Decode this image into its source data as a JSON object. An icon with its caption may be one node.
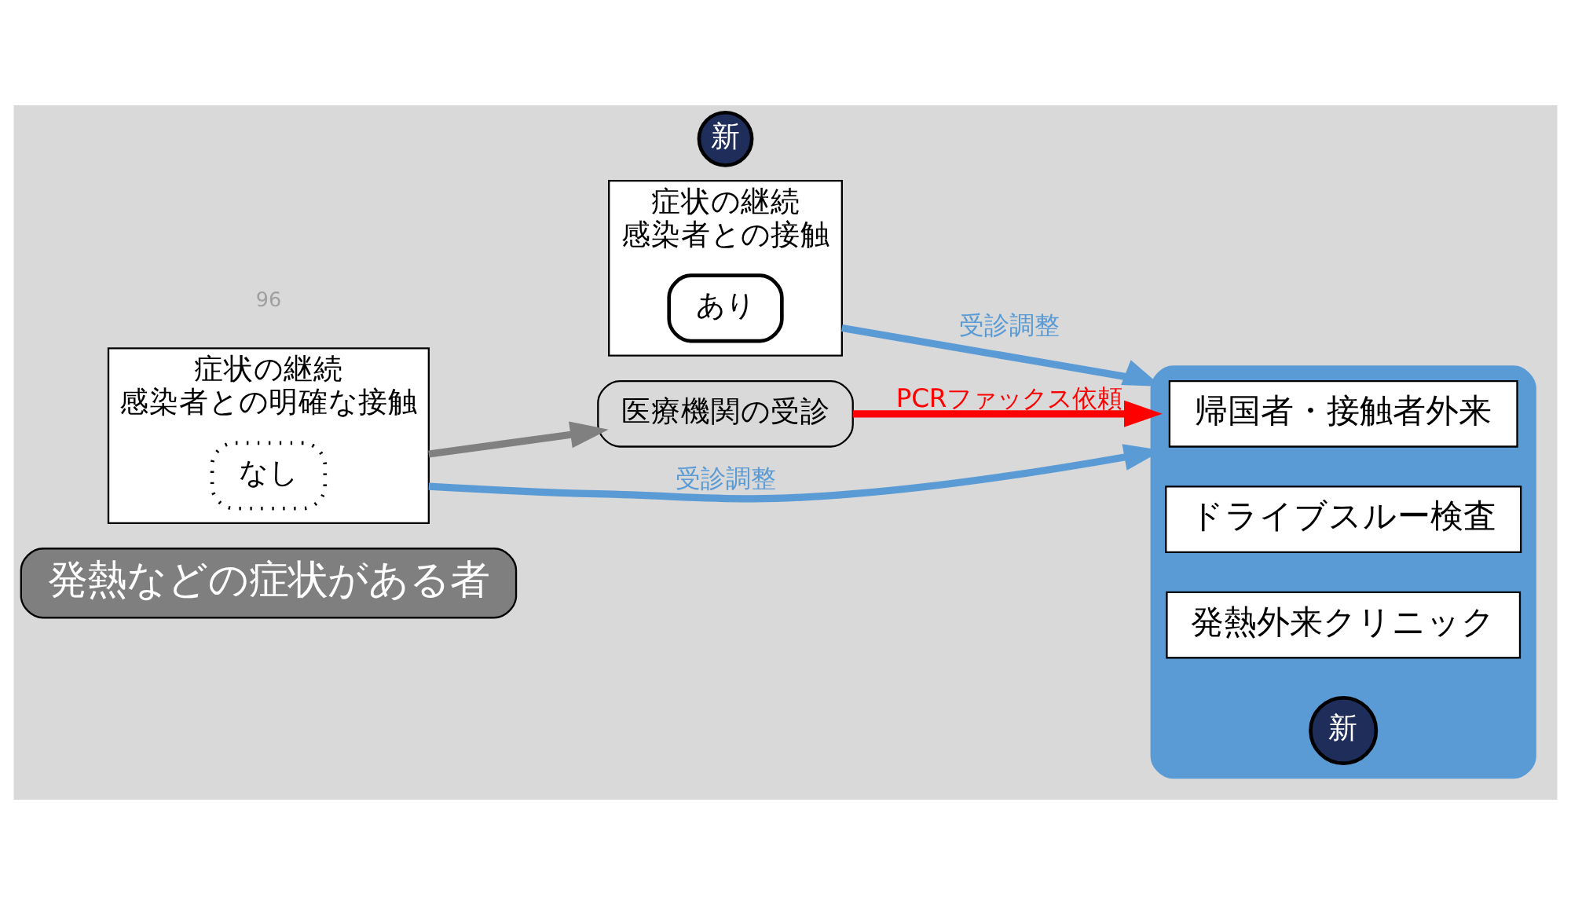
{
  "diagram": {
    "nodes": [
      {
        "text": [
          "発熱などの症状がある者"
        ]
      },
      {
        "text": [
          "症状の継続",
          "感染者との接触"
        ]
      },
      {
        "text": [
          "あり"
        ],
        "in": 1
      },
      {
        "text": [
          "症状の継続",
          "感染者との明確な接触"
        ]
      },
      {
        "text": [
          "なし"
        ],
        "in": 3
      },
      {
        "text": [
          "医療機関の受診"
        ]
      },
      {
        "text": [
          "新"
        ]
      },
      {
        "text": [],
        "shape": "box"
      },
      {
        "text": [
          "帰国者・接触者外来"
        ],
        "in": 7
      },
      {
        "text": [
          "ドライブスルー検査"
        ],
        "in": 7
      },
      {
        "text": [
          "発熱外来クリニック"
        ],
        "in": 7
      },
      {
        "text": [
          "新"
        ],
        "in": 7
      }
    ],
    "edges": [
      {
        "from": 1,
        "to": 7,
        "arrow": "to",
        "label": "受診調整",
        "color": "#5b9bd5"
      },
      {
        "from": 3,
        "to": 7,
        "arrow": "to",
        "label": "受診調整",
        "color": "#5b9bd5"
      },
      {
        "from": 3,
        "to": 5,
        "arrow": "to",
        "color": "#808080"
      },
      {
        "from": 5,
        "to": 7,
        "arrow": "to",
        "label": "PCRファックス依頼",
        "color": "#ff0000"
      }
    ],
    "labels": [
      "96"
    ]
  }
}
